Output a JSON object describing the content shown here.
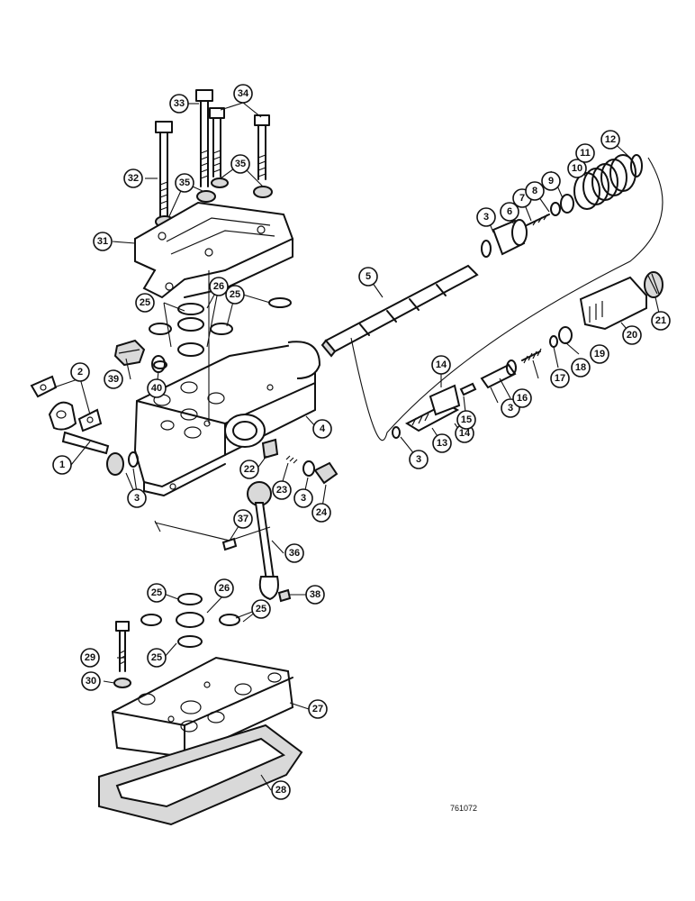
{
  "drawing_number": "761072",
  "callouts": {
    "c1": "1",
    "c2": "2",
    "c3a": "3",
    "c3b": "3",
    "c3c": "3",
    "c3d": "3",
    "c3e": "3",
    "c4": "4",
    "c5": "5",
    "c6": "6",
    "c7": "7",
    "c8": "8",
    "c9": "9",
    "c10": "10",
    "c11": "11",
    "c12": "12",
    "c13": "13",
    "c14a": "14",
    "c14b": "14",
    "c15": "15",
    "c16": "16",
    "c17": "17",
    "c18": "18",
    "c19": "19",
    "c20": "20",
    "c21": "21",
    "c22": "22",
    "c23": "23",
    "c24": "24",
    "c25a": "25",
    "c25b": "25",
    "c25c": "25",
    "c25d": "25",
    "c25e": "25",
    "c26a": "26",
    "c26b": "26",
    "c27": "27",
    "c28": "28",
    "c29": "29",
    "c30": "30",
    "c31": "31",
    "c32": "32",
    "c33": "33",
    "c34": "34",
    "c35a": "35",
    "c35b": "35",
    "c36": "36",
    "c37": "37",
    "c38": "38",
    "c39": "39",
    "c40": "40"
  }
}
